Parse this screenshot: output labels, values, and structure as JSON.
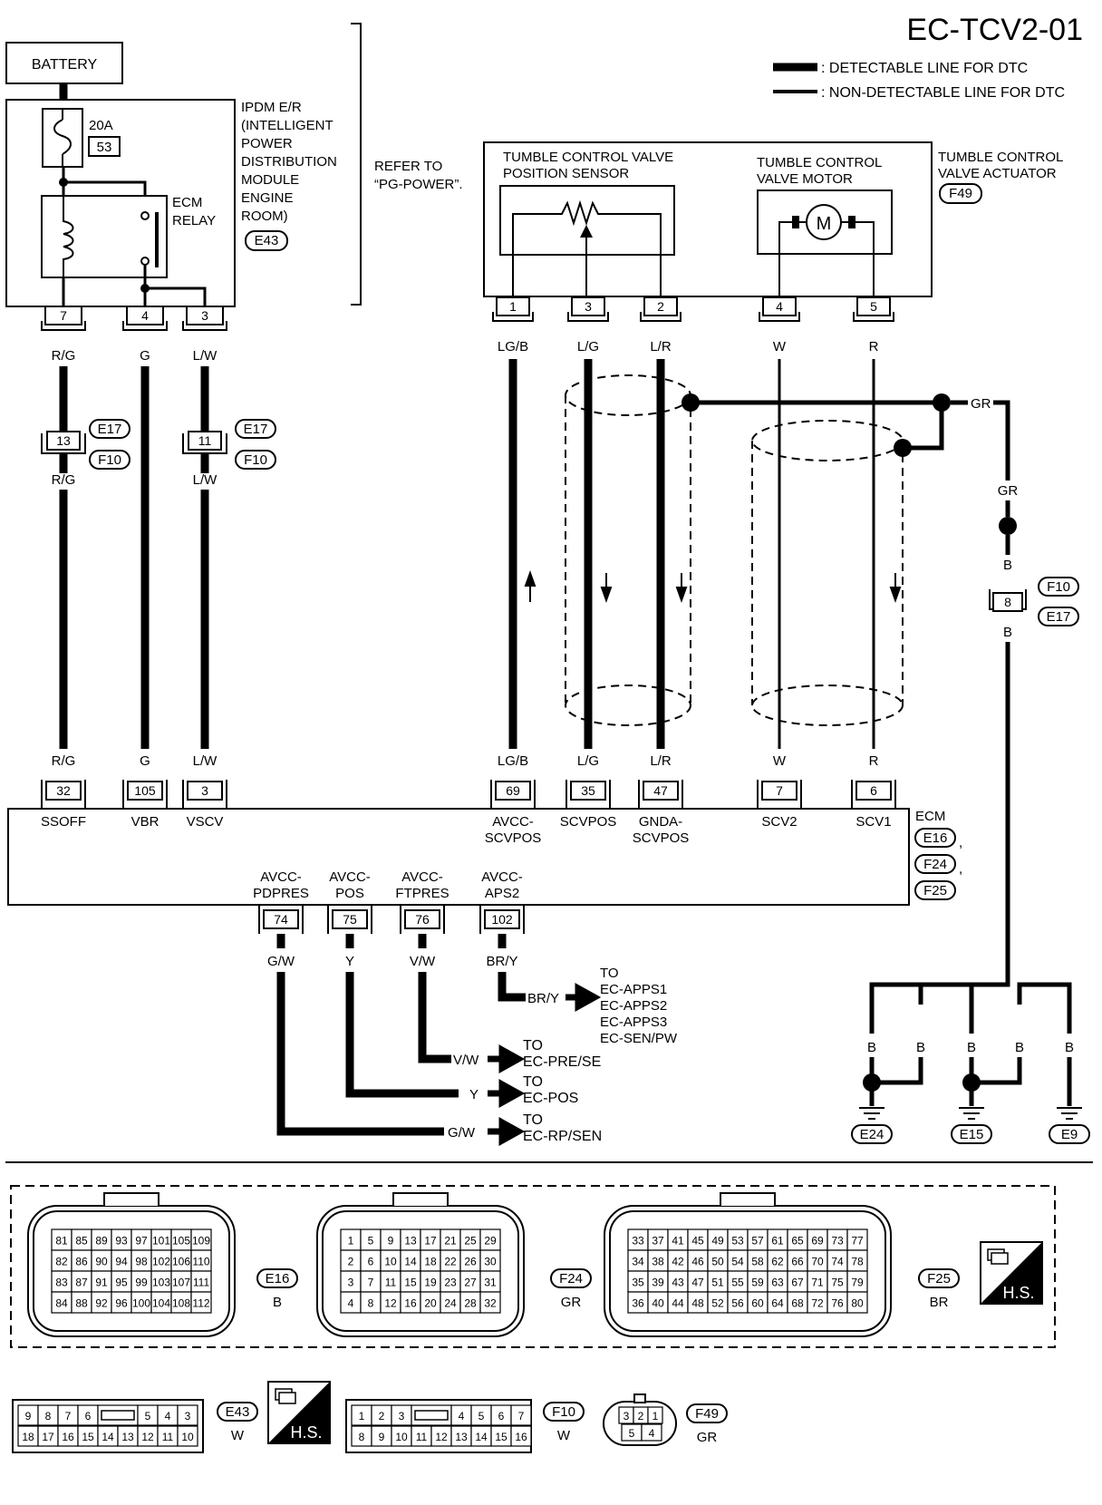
{
  "header": {
    "title": "EC-TCV2-01",
    "legend_detectable": ": DETECTABLE LINE FOR DTC",
    "legend_non_detectable": ": NON-DETECTABLE LINE FOR DTC"
  },
  "battery": "BATTERY",
  "fuse": {
    "rating": "20A",
    "number": "53"
  },
  "ipdm": {
    "lines": [
      "IPDM E/R",
      "(INTELLIGENT",
      "POWER",
      "DISTRIBUTION",
      "MODULE",
      "ENGINE",
      "ROOM)"
    ],
    "connector": "E43",
    "relay": [
      "ECM",
      "RELAY"
    ]
  },
  "refer": [
    "REFER TO",
    "“PG-POWER”."
  ],
  "ipdm_pins": [
    {
      "pin": "7",
      "color": "R/G"
    },
    {
      "pin": "4",
      "color": "G"
    },
    {
      "pin": "3",
      "color": "L/W"
    }
  ],
  "joint_connectors": {
    "rg": {
      "pin": "13",
      "color": "R/G"
    },
    "lw": {
      "pin": "11",
      "color": "L/W"
    },
    "conn_a": "E17",
    "conn_b": "F10"
  },
  "actuator": {
    "sensor": [
      "TUMBLE CONTROL VALVE",
      "POSITION SENSOR"
    ],
    "motor": [
      "TUMBLE CONTROL",
      "VALVE MOTOR"
    ],
    "motor_symbol": "M",
    "title": [
      "TUMBLE CONTROL",
      "VALVE ACTUATOR"
    ],
    "connector": "F49"
  },
  "actuator_pins": [
    {
      "pin": "1",
      "color": "LG/B"
    },
    {
      "pin": "3",
      "color": "L/G"
    },
    {
      "pin": "2",
      "color": "L/R"
    },
    {
      "pin": "4",
      "color": "W"
    },
    {
      "pin": "5",
      "color": "R"
    }
  ],
  "shield": {
    "gr1": "GR",
    "gr2": "GR",
    "b1": "B",
    "pin": "8",
    "b2": "B",
    "conn_a": "F10",
    "conn_b": "E17"
  },
  "ecm": {
    "label": "ECM",
    "connectors": [
      "E16",
      "F24",
      "F25"
    ],
    "pins": [
      {
        "pin": "32",
        "color": "R/G",
        "name": "SSOFF"
      },
      {
        "pin": "105",
        "color": "G",
        "name": "VBR"
      },
      {
        "pin": "3",
        "color": "L/W",
        "name": "VSCV"
      },
      {
        "pin": "69",
        "color": "LG/B",
        "name": "AVCC-\nSCVPOS"
      },
      {
        "pin": "35",
        "color": "L/G",
        "name": "SCVPOS"
      },
      {
        "pin": "47",
        "color": "L/R",
        "name": "GNDA-\nSCVPOS"
      },
      {
        "pin": "7",
        "color": "W",
        "name": "SCV2"
      },
      {
        "pin": "6",
        "color": "R",
        "name": "SCV1"
      }
    ],
    "lower_pins": [
      {
        "pin": "74",
        "color": "G/W",
        "name": "AVCC-\nPDPRES"
      },
      {
        "pin": "75",
        "color": "Y",
        "name": "AVCC-\nPOS"
      },
      {
        "pin": "76",
        "color": "V/W",
        "name": "AVCC-\nFTPRES"
      },
      {
        "pin": "102",
        "color": "BR/Y",
        "name": "AVCC-\nAPS2"
      }
    ]
  },
  "destinations": [
    {
      "color": "BR/Y",
      "lines": [
        "TO",
        "EC-APPS1",
        "EC-APPS2",
        "EC-APPS3",
        "EC-SEN/PW"
      ]
    },
    {
      "color": "V/W",
      "lines": [
        "TO",
        "EC-PRE/SE"
      ]
    },
    {
      "color": "Y",
      "lines": [
        "TO",
        "EC-POS"
      ]
    },
    {
      "color": "G/W",
      "lines": [
        "TO",
        "EC-RP/SEN"
      ]
    }
  ],
  "grounds": {
    "wire": "B",
    "labels": [
      "E24",
      "E15",
      "E9"
    ]
  },
  "connector_views": {
    "e16": {
      "id": "E16",
      "color": "B",
      "rows": [
        [
          "81",
          "85",
          "89",
          "93",
          "97",
          "101",
          "105",
          "109"
        ],
        [
          "82",
          "86",
          "90",
          "94",
          "98",
          "102",
          "106",
          "110"
        ],
        [
          "83",
          "87",
          "91",
          "95",
          "99",
          "103",
          "107",
          "111"
        ],
        [
          "84",
          "88",
          "92",
          "96",
          "100",
          "104",
          "108",
          "112"
        ]
      ]
    },
    "f24": {
      "id": "F24",
      "color": "GR",
      "rows": [
        [
          "1",
          "5",
          "9",
          "13",
          "17",
          "21",
          "25",
          "29"
        ],
        [
          "2",
          "6",
          "10",
          "14",
          "18",
          "22",
          "26",
          "30"
        ],
        [
          "3",
          "7",
          "11",
          "15",
          "19",
          "23",
          "27",
          "31"
        ],
        [
          "4",
          "8",
          "12",
          "16",
          "20",
          "24",
          "28",
          "32"
        ]
      ]
    },
    "f25": {
      "id": "F25",
      "color": "BR",
      "rows": [
        [
          "33",
          "37",
          "41",
          "45",
          "49",
          "53",
          "57",
          "61",
          "65",
          "69",
          "73",
          "77"
        ],
        [
          "34",
          "38",
          "42",
          "46",
          "50",
          "54",
          "58",
          "62",
          "66",
          "70",
          "74",
          "78"
        ],
        [
          "35",
          "39",
          "43",
          "47",
          "51",
          "55",
          "59",
          "63",
          "67",
          "71",
          "75",
          "79"
        ],
        [
          "36",
          "40",
          "44",
          "48",
          "52",
          "56",
          "60",
          "64",
          "68",
          "72",
          "76",
          "80"
        ]
      ]
    },
    "e43": {
      "id": "E43",
      "color": "W",
      "rows": [
        [
          "9",
          "8",
          "7",
          "6",
          "",
          "5",
          "4",
          "3"
        ],
        [
          "18",
          "17",
          "16",
          "15",
          "14",
          "13",
          "12",
          "11",
          "10"
        ]
      ]
    },
    "f10": {
      "id": "F10",
      "color": "W",
      "rows": [
        [
          "1",
          "2",
          "3",
          "",
          "4",
          "5",
          "6",
          "7"
        ],
        [
          "8",
          "9",
          "10",
          "11",
          "12",
          "13",
          "14",
          "15",
          "16"
        ]
      ]
    },
    "f49": {
      "id": "F49",
      "color": "GR",
      "rows": [
        [
          "3",
          "2",
          "1"
        ],
        [
          "5",
          "4"
        ]
      ]
    },
    "hs_badge": "H.S."
  }
}
